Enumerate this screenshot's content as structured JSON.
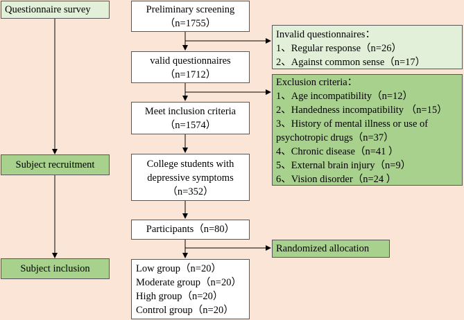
{
  "stages": {
    "survey": "Questionnaire survey",
    "recruitment": "Subject recruitment",
    "inclusion": "Subject inclusion"
  },
  "flow": [
    {
      "label": "Preliminary screening",
      "count": "（n=1755）"
    },
    {
      "label": "valid questionnaires",
      "count": "（n=1712）"
    },
    {
      "label": "Meet inclusion criteria",
      "count": "（n=1574）"
    },
    {
      "label_line1": "College students with",
      "label_line2": "depressive symptoms",
      "count": "（n=352）"
    },
    {
      "label": "Participants（n=80）"
    }
  ],
  "invalid": {
    "title": "Invalid questionnaires：",
    "items": [
      "1、Regular response（n=26）",
      "2、Against common sense（n=17）"
    ]
  },
  "exclusion": {
    "title": "Exclusion criteria：",
    "items": [
      "1、Age incompatibility（n=12）",
      "2、Handedness incompatibility （n=15）",
      "3、History of mental illness or use of psychotropic drugs（n=37）",
      "4、Chronic disease（n=41 ）",
      "5、External brain injury（n=9）",
      "6、Vision disorder（n=24 ）"
    ]
  },
  "randomized": "Randomized allocation",
  "groups": [
    "Low group（n=20）",
    "Moderate group（n=20）",
    "High group（n=20）",
    "Control group（n=20）"
  ]
}
